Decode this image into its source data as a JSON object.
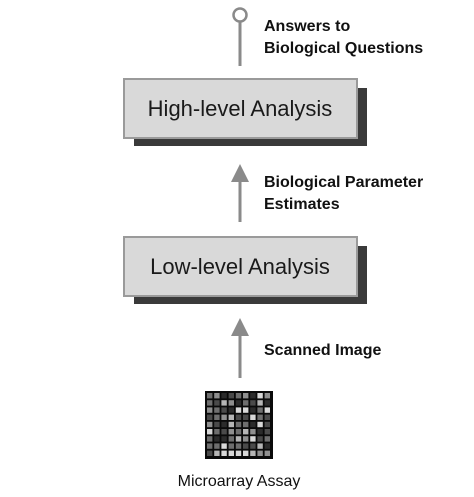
{
  "top_output": {
    "label_line1": "Answers to",
    "label_line2": "Biological Questions"
  },
  "high_level": {
    "label": "High-level Analysis"
  },
  "mid_edge": {
    "label_line1": "Biological Parameter",
    "label_line2": "Estimates"
  },
  "low_level": {
    "label": "Low-level Analysis"
  },
  "bottom_edge": {
    "label": "Scanned Image"
  },
  "assay": {
    "caption": "Microarray Assay",
    "icon": "microarray-grid-icon"
  },
  "colors": {
    "box_fill": "#d9d9d9",
    "box_border": "#9a9a9a",
    "shadow": "#3a3a3a",
    "arrow": "#8a8a8a"
  }
}
